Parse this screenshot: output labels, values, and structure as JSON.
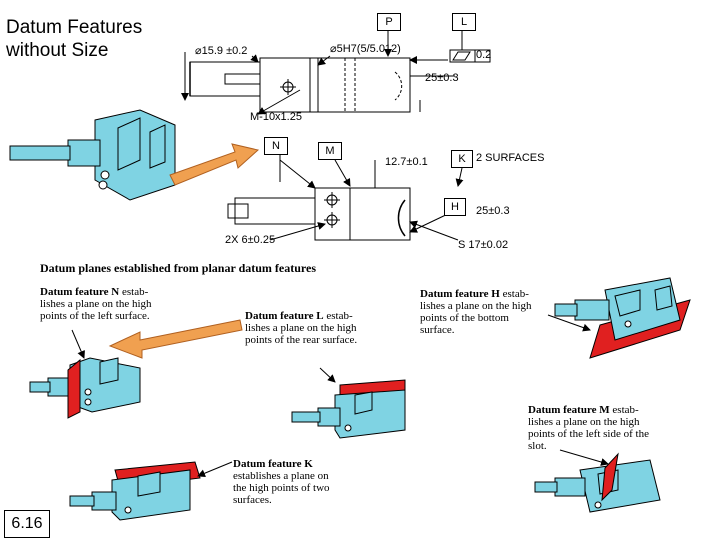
{
  "title": "Datum Features\nwithout Size",
  "page_number": "6.16",
  "dims": {
    "dia_15": "15.9 ±0.2",
    "dia_bore": "5H7(5/5.012)",
    "flat_tol": "0.2",
    "len_25_top": "25±0.3",
    "thread": "M-10x1.25",
    "pos_12": "12.7±0.1",
    "two_surfaces": "2 SURFACES",
    "len_25_mid": "25±0.3",
    "holes": "2X 6±0.25",
    "sphere": "S 17±0.02"
  },
  "datum_boxes": {
    "P": "P",
    "L": "L",
    "N": "N",
    "M": "M",
    "K": "K",
    "H": "H"
  },
  "section_heading": "Datum planes established from planar datum features",
  "notes": {
    "N": {
      "bold": "Datum feature N",
      "rest": " estab-\nlishes a plane on the high\npoints of the left surface."
    },
    "L": {
      "bold": "Datum feature L",
      "rest": " estab-\nlishes a plane on the high\npoints of the rear surface."
    },
    "H": {
      "bold": "Datum feature H",
      "rest": " estab-\nlishes a plane on the high\npoints of the bottom\nsurface."
    },
    "M": {
      "bold": "Datum feature M",
      "rest": " estab-\nlishes a plane on the high\npoints of the left side of the\nslot."
    },
    "K": {
      "bold": "Datum feature K",
      "rest": "\nestablishes a plane on\nthe high points of two\nsurfaces."
    }
  },
  "colors": {
    "part": "#7fd3e3",
    "datum_plane": "#e02020",
    "arrow": "#f0a050",
    "ink": "#000000"
  }
}
